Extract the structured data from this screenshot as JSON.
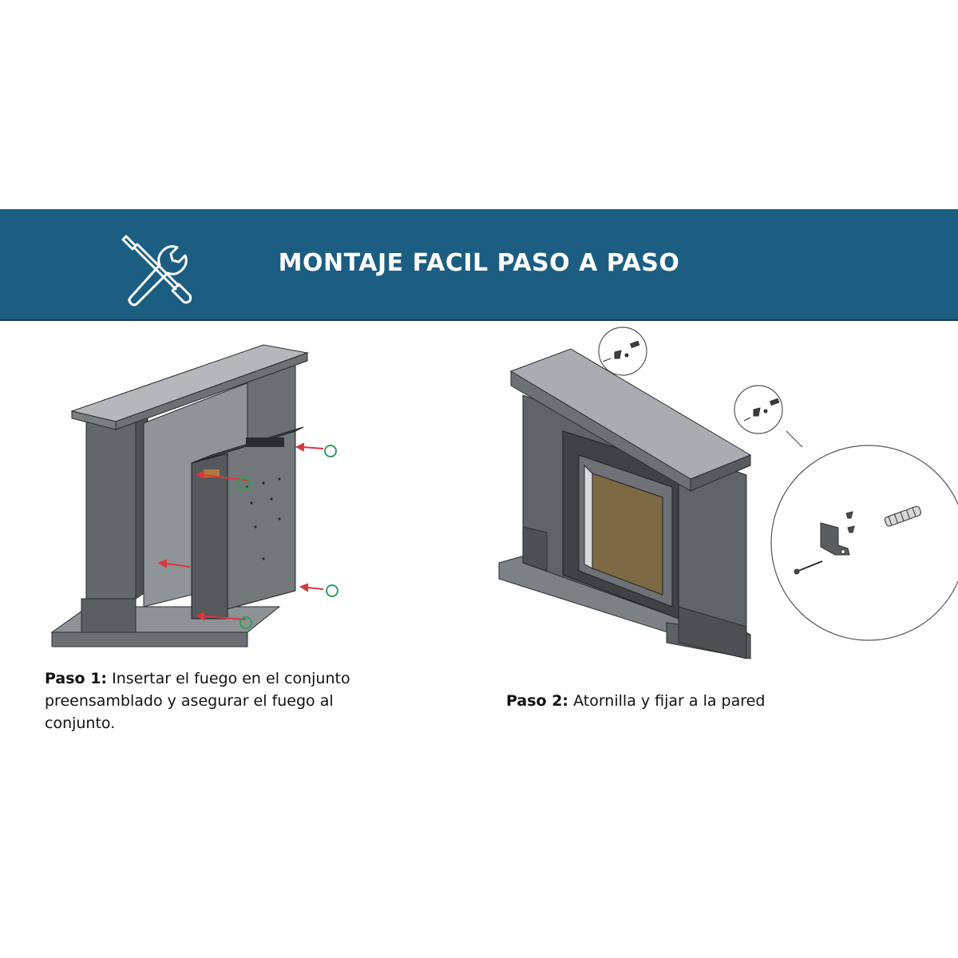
{
  "header": {
    "title": "MONTAJE FACIL PASO A PASO",
    "icon": "tools-icon",
    "background_color": "#1b5e82"
  },
  "steps": [
    {
      "label": "Paso 1:",
      "text": "Insertar el fuego en el conjunto preensamblado y asegurar el fuego al conjunto.",
      "illustration": "fireplace-insert-illustration"
    },
    {
      "label": "Paso 2:",
      "text": "Atornilla y fijar a la pared",
      "illustration": "fireplace-wall-mount-illustration"
    }
  ],
  "colors": {
    "mantel": "#5f6468",
    "mantel_light": "#a9adb1",
    "arrow": "#d9363e",
    "callout": "#2f9e5b",
    "glass": "#7d6a45"
  }
}
